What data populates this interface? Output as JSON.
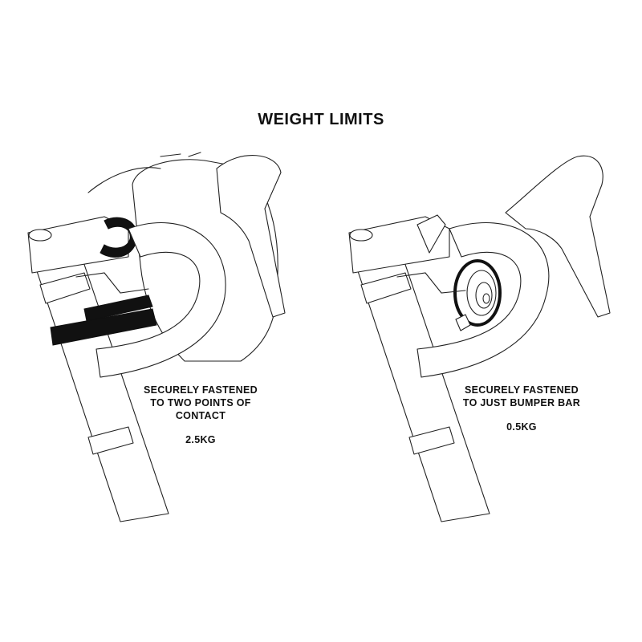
{
  "title": "WEIGHT LIMITS",
  "panels": [
    {
      "id": "left",
      "caption_lines": [
        "SECURELY FASTENED",
        "TO TWO POINTS OF",
        "CONTACT"
      ],
      "weight": "2.5KG",
      "illustration": "handlebar-with-bag-strapped-to-bar-and-head-tube"
    },
    {
      "id": "right",
      "caption_lines": [
        "SECURELY FASTENED",
        "TO JUST BUMPER BAR"
      ],
      "weight": "0.5KG",
      "illustration": "handlebar-with-rolled-item-on-bumper-bar"
    }
  ],
  "colors": {
    "line": "#222222",
    "strap": "#111111",
    "background": "#ffffff"
  }
}
